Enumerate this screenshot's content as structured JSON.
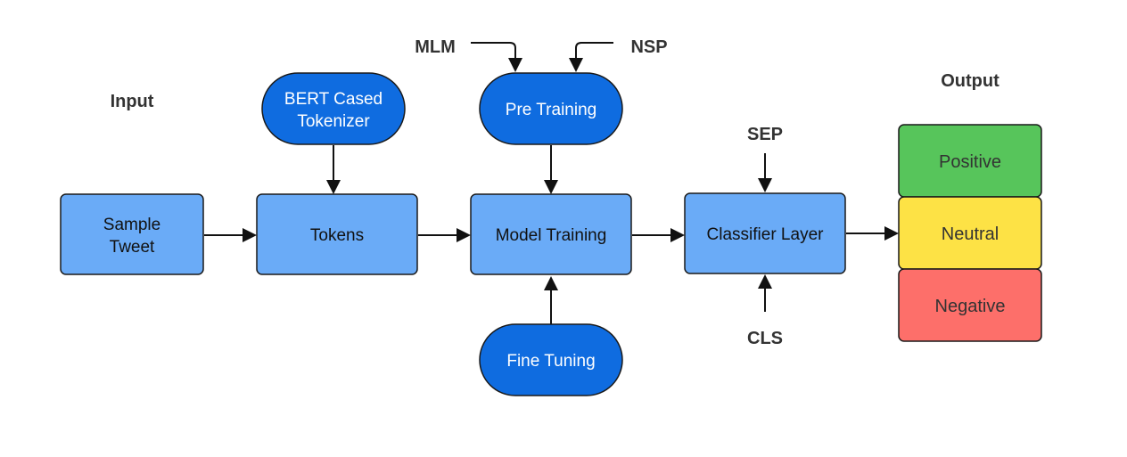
{
  "labels": {
    "input": "Input",
    "output": "Output",
    "mlm": "MLM",
    "nsp": "NSP",
    "sep": "SEP",
    "cls": "CLS"
  },
  "nodes": {
    "sample_tweet": [
      "Sample",
      "Tweet"
    ],
    "tokens": "Tokens",
    "model_training": "Model Training",
    "classifier_layer": "Classifier Layer",
    "tokenizer": [
      "BERT Cased",
      "Tokenizer"
    ],
    "pre_training": "Pre Training",
    "fine_tuning": "Fine Tuning"
  },
  "outputs": {
    "positive": "Positive",
    "neutral": "Neutral",
    "negative": "Negative"
  },
  "colors": {
    "process_node": "#6aabf7",
    "pill_node": "#0f6ce0",
    "positive": "#57c55b",
    "neutral": "#fde245",
    "negative": "#fd6f6a"
  }
}
